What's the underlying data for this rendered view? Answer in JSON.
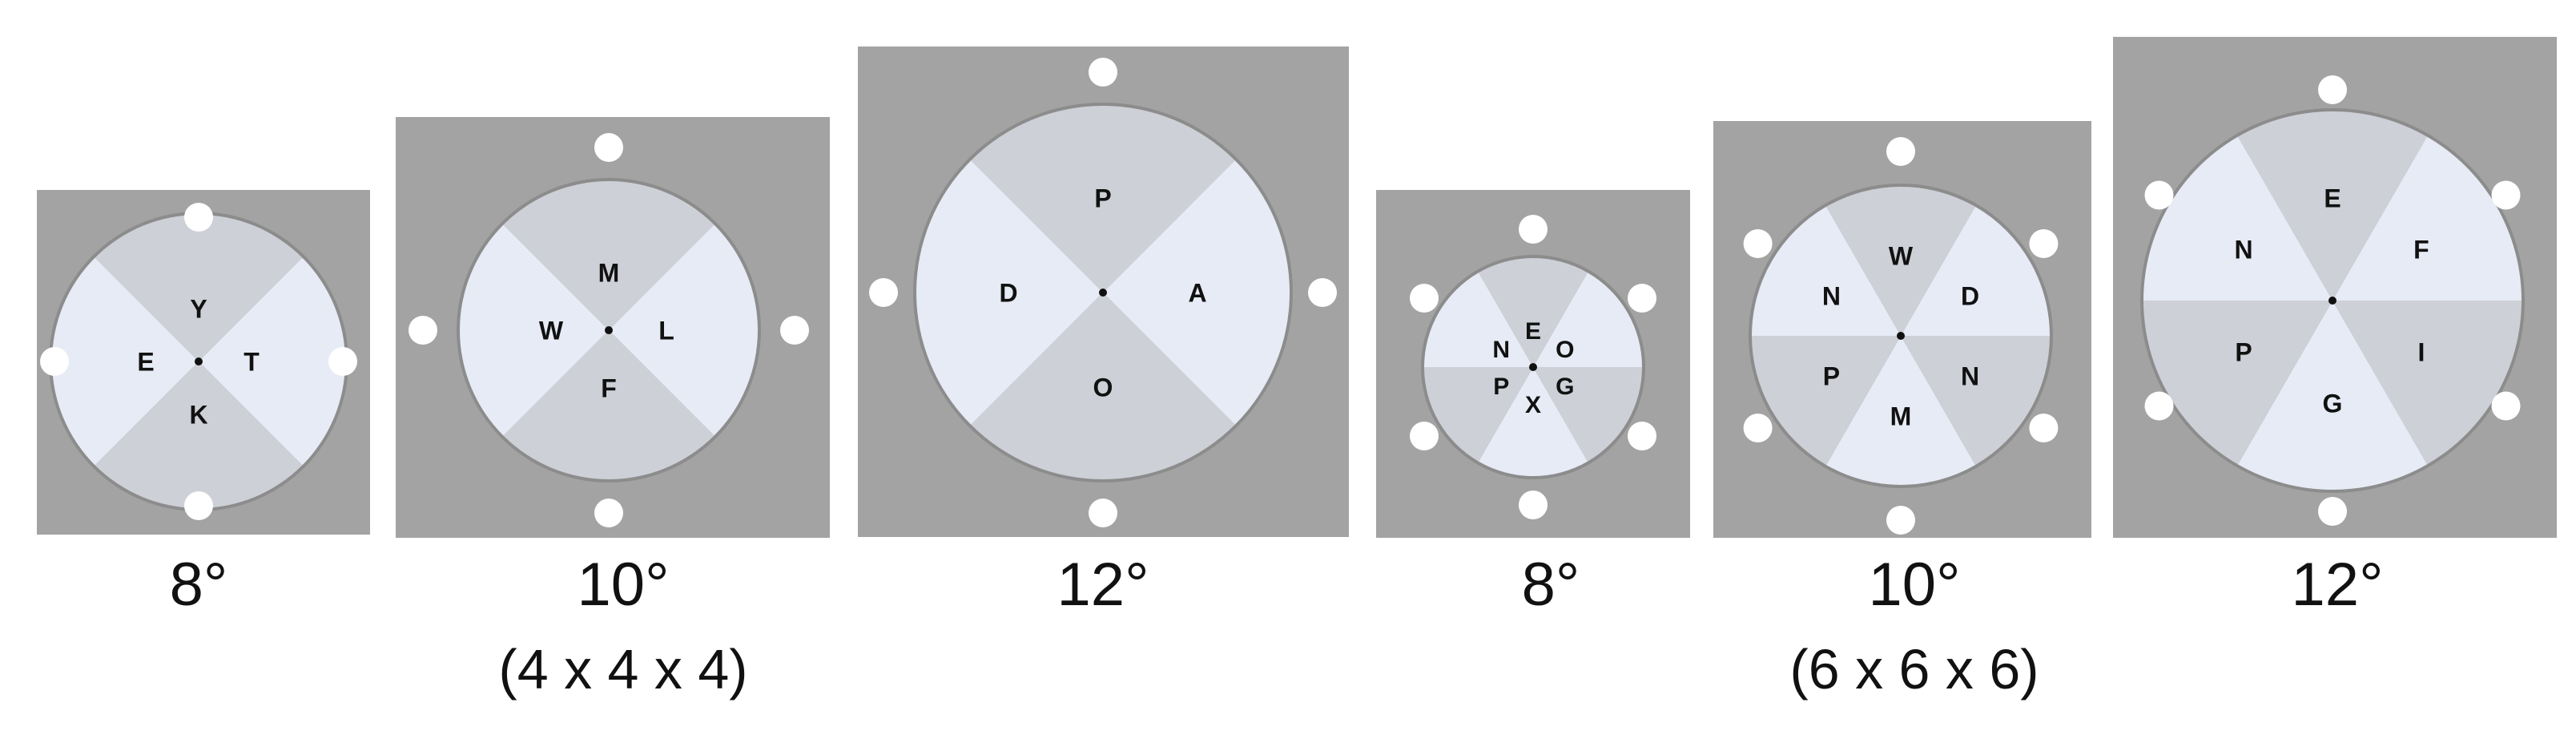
{
  "colors": {
    "background": "#ffffff",
    "panel": "#a3a3a3",
    "ring": "#8c8c8c",
    "sector_light": "#e6ebf5",
    "sector_dark": "#cdd0d6",
    "hole": "#ffffff",
    "letter": "#111111"
  },
  "figures": [
    {
      "angle_label": "8°",
      "sub_label": "",
      "segments": 4,
      "letters": [
        "Y",
        "T",
        "K",
        "E"
      ]
    },
    {
      "angle_label": "10°",
      "sub_label": "(4 x 4 x 4)",
      "segments": 4,
      "letters": [
        "M",
        "L",
        "F",
        "W"
      ]
    },
    {
      "angle_label": "12°",
      "sub_label": "",
      "segments": 4,
      "letters": [
        "P",
        "A",
        "O",
        "D"
      ]
    },
    {
      "angle_label": "8°",
      "sub_label": "",
      "segments": 6,
      "letters": [
        "E",
        "O",
        "G",
        "X",
        "P",
        "N"
      ]
    },
    {
      "angle_label": "10°",
      "sub_label": "(6 x 6 x 6)",
      "segments": 6,
      "letters": [
        "W",
        "D",
        "N",
        "M",
        "P",
        "N"
      ]
    },
    {
      "angle_label": "12°",
      "sub_label": "",
      "segments": 6,
      "letters": [
        "E",
        "F",
        "I",
        "G",
        "P",
        "N"
      ]
    }
  ]
}
